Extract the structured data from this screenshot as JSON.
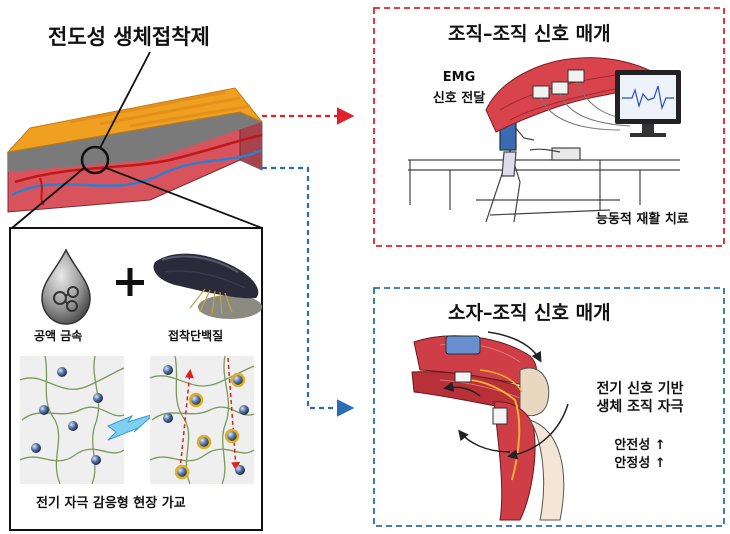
{
  "title": "전도성 생체접착제",
  "inset": {
    "liquid_metal_label": "공액 금속",
    "adhesive_protein_label": "접착단백질",
    "crosslink_caption": "전기 자극 감응형 현장 가교"
  },
  "top_panel": {
    "title": "조직–조직 신호 매개",
    "emg_line1": "EMG",
    "emg_line2": "신호 전달",
    "rehab_label": "능동적 재활 치료"
  },
  "bottom_panel": {
    "title": "소자–조직 신호 매개",
    "stim_line1": "전기 신호 기반",
    "stim_line2": "생체 조직 자극",
    "safety": "안전성 ↑",
    "stability": "안정성 ↑"
  },
  "colors": {
    "red_dash": "#e0202a",
    "blue_dash": "#2a6db5",
    "tissue_orange": "#f0a020",
    "tissue_red": "#d9535c",
    "fiber_green": "#7a9a5a",
    "node_gold": "#e0b020"
  },
  "icons": [
    "droplet-icon",
    "mussel-icon",
    "plus-icon",
    "lightning-icon",
    "monitor-icon",
    "arm-muscle-icon",
    "leg-muscle-icon"
  ]
}
